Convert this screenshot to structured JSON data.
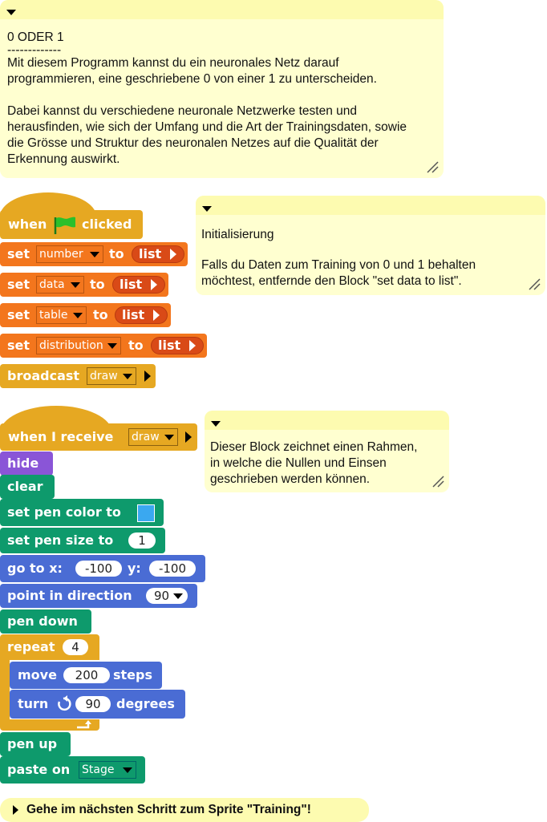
{
  "comments": {
    "intro": {
      "lines": [
        "0 ODER 1",
        "-------------",
        "Mit diesem Programm kannst du ein neuronales Netz darauf",
        "programmieren, eine geschriebene 0 von einer 1 zu unterscheiden.",
        "",
        "Dabei kannst du verschiedene neuronale Netzwerke testen und",
        "herausfinden, wie sich der Umfang und die Art der Trainingsdaten, sowie",
        "die Grösse und Struktur des neuronalen Netzes auf die Qualität der",
        "Erkennung auswirkt."
      ]
    },
    "init": {
      "lines": [
        "Initialisierung",
        "",
        "Falls du Daten zum Training von 0 und 1 behalten",
        "möchtest, entfernde den Block \"set data to list\"."
      ]
    },
    "draw": {
      "lines": [
        "Dieser Block zeichnet einen Rahmen,",
        "in welche die Nullen und Einsen",
        "geschrieben werden können."
      ]
    },
    "next": {
      "text": "Gehe im nächsten Schritt zum Sprite \"Training\"!"
    }
  },
  "script1": {
    "hat": {
      "when": "when",
      "clicked": "clicked"
    },
    "set_label": "set",
    "to_label": "to",
    "list_label": "list",
    "vars": [
      "number",
      "data",
      "table",
      "distribution"
    ],
    "broadcast": {
      "label": "broadcast",
      "message": "draw"
    }
  },
  "script2": {
    "hat": {
      "label": "when I receive",
      "message": "draw"
    },
    "hide": "hide",
    "clear": "clear",
    "pen_color": "set pen color to",
    "pen_size": {
      "label": "set pen size to",
      "value": "1"
    },
    "goto": {
      "label": "go to x:",
      "x": "-100",
      "ylabel": "y:",
      "y": "-100"
    },
    "point": {
      "label": "point in direction",
      "value": "90"
    },
    "pen_down": "pen down",
    "repeat": {
      "label": "repeat",
      "value": "4"
    },
    "move": {
      "label": "move",
      "value": "200",
      "suffix": "steps"
    },
    "turn": {
      "label": "turn",
      "value": "90",
      "suffix": "degrees"
    },
    "pen_up": "pen up",
    "paste": {
      "label": "paste on",
      "target": "Stage"
    }
  },
  "colors": {
    "motion": "#4a6cd4",
    "looks": "#8a55d7",
    "pen": "#0e9a6c",
    "control": "#e6a822",
    "variables": "#f3761d",
    "lists": "#d94a17",
    "comment": "#ffffd0",
    "pen_color_value": "#3aa8f0"
  },
  "icons": {
    "flag": "green-flag-icon",
    "turn": "turn-left-icon",
    "collapse": "triangle-down-icon",
    "resize": "resize-grip-icon"
  }
}
